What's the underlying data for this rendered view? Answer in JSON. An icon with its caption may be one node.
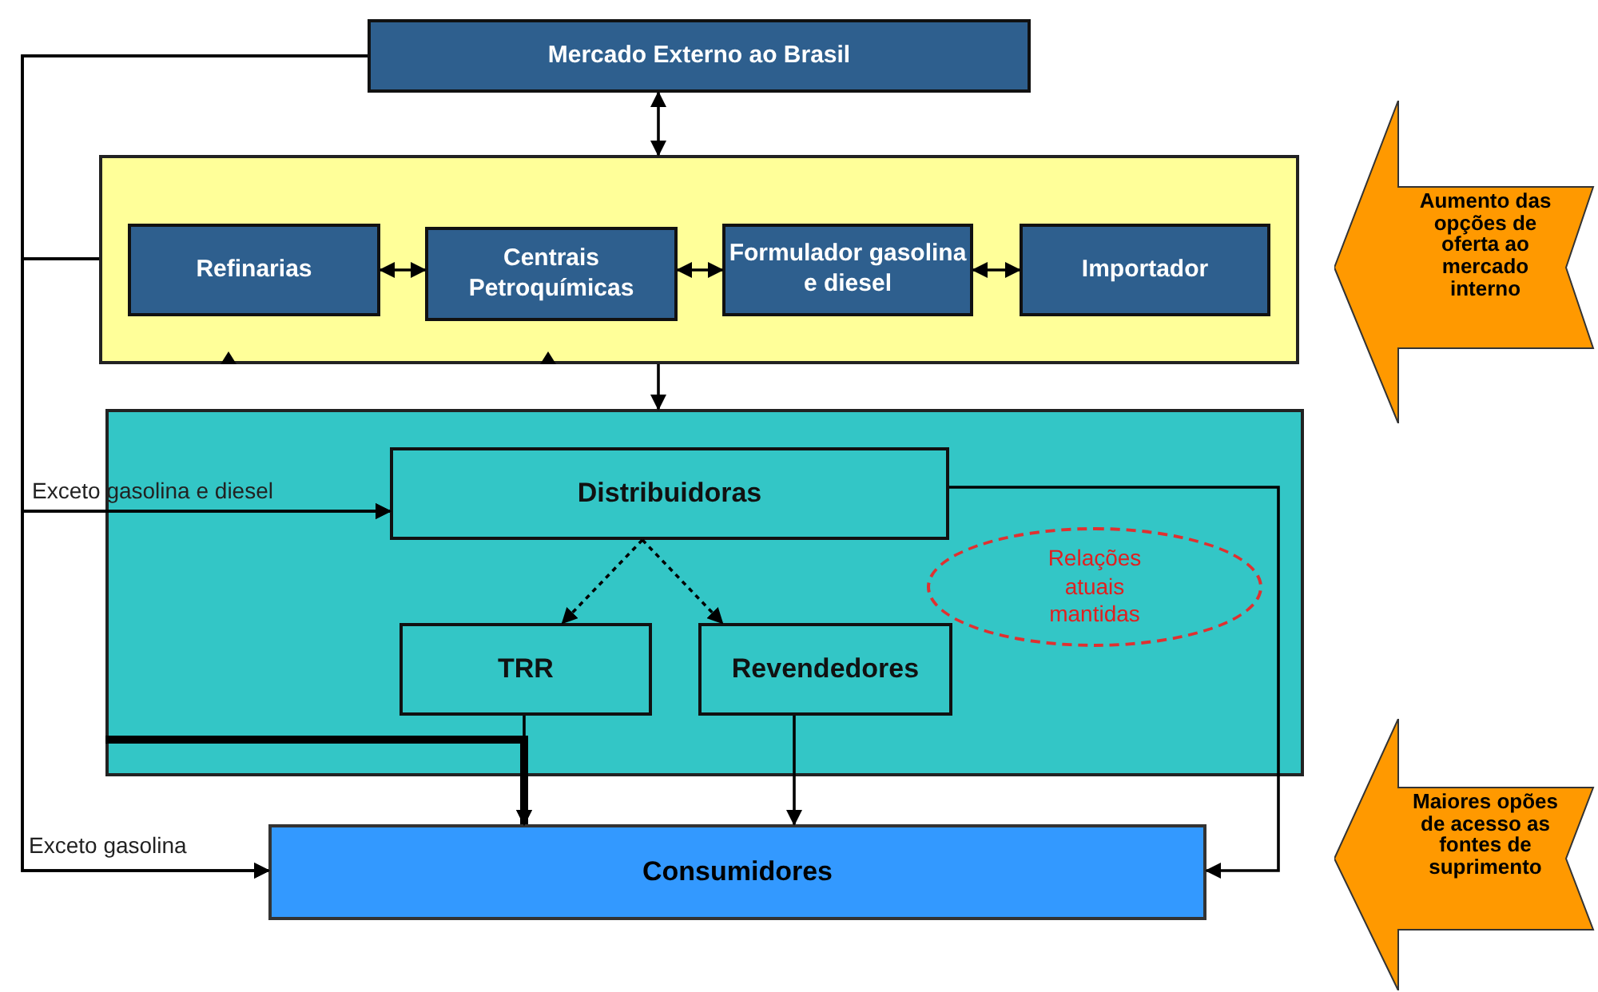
{
  "diagram": {
    "nodes": [
      {
        "text": [
          "Mercado  Externo  ao Brasil"
        ]
      },
      {
        "text": [],
        "shape": "box"
      },
      {
        "text": [
          "Refinarias"
        ],
        "in": 1
      },
      {
        "text": [
          "Centrais Petroquímicas"
        ],
        "in": 1
      },
      {
        "text": [
          "Formulador gasolina e diesel"
        ],
        "in": 1
      },
      {
        "text": [
          "Importador"
        ],
        "in": 1
      },
      {
        "text": [],
        "shape": "box"
      },
      {
        "text": [
          "Distribuidoras"
        ],
        "in": 6
      },
      {
        "text": [
          "TRR"
        ],
        "in": 6
      },
      {
        "text": [
          "Revendedores"
        ],
        "in": 6
      },
      {
        "text": [
          "Relações atuais mantidas"
        ],
        "in": 6
      },
      {
        "text": [
          "Consumidores"
        ]
      },
      {
        "text": [
          "Aumento das opções de oferta ao mercado interno"
        ]
      },
      {
        "text": [
          "Maiores opões de acesso as fontes de suprimento"
        ]
      }
    ],
    "edges": [
      {
        "from": 0,
        "to": 1,
        "arrow": "both"
      },
      {
        "from": 2,
        "to": 3,
        "arrow": "both"
      },
      {
        "from": 3,
        "to": 4,
        "arrow": "both"
      },
      {
        "from": 4,
        "to": 5,
        "arrow": "both"
      },
      {
        "from": 1,
        "to": 6,
        "arrow": "to"
      },
      {
        "from": 0,
        "to": 7,
        "arrow": "to",
        "label": "Exceto gasolina e diesel"
      },
      {
        "from": 0,
        "to": 11,
        "arrow": "to",
        "label": "Exceto gasolina"
      },
      {
        "from": 1,
        "to": 7,
        "arrow": "to"
      },
      {
        "from": 1,
        "to": 11,
        "arrow": "to"
      },
      {
        "from": 7,
        "to": 8,
        "arrow": "to",
        "style": "dashed"
      },
      {
        "from": 7,
        "to": 9,
        "arrow": "to",
        "style": "dashed"
      },
      {
        "from": 7,
        "to": 11,
        "arrow": "to"
      },
      {
        "from": 8,
        "to": 11,
        "arrow": "to"
      },
      {
        "from": 9,
        "to": 11,
        "arrow": "to"
      },
      {
        "from": 6,
        "to": 11,
        "arrow": "to",
        "style": "thick"
      }
    ]
  }
}
